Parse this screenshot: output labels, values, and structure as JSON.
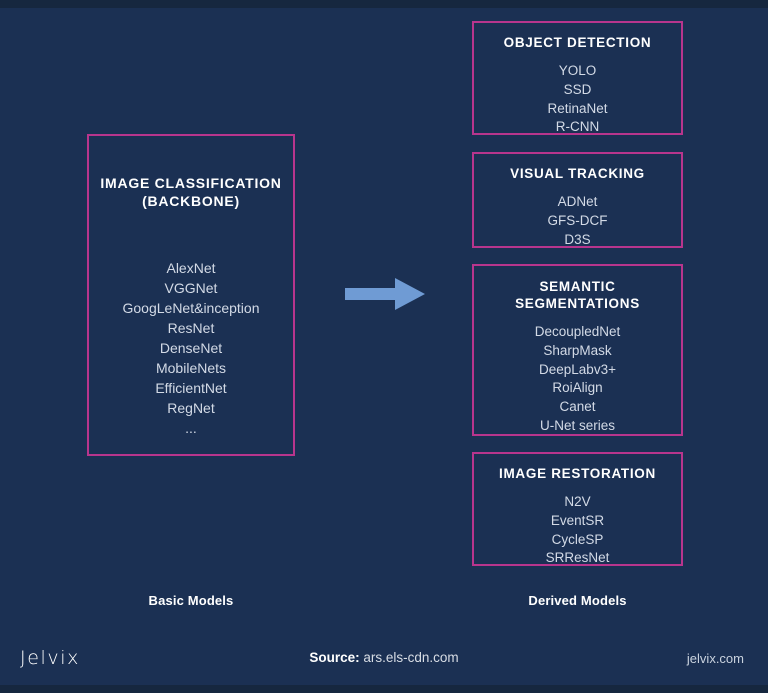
{
  "theme": {
    "background": "#1b3053",
    "card_border": "#b8358d",
    "arrow": "#6f9bd4",
    "title_text": "#ffffff",
    "item_text": "#d3dae6"
  },
  "backbone": {
    "title_line1": "IMAGE CLASSIFICATION",
    "title_line2": "(BACKBONE)",
    "items": [
      "AlexNet",
      "VGGNet",
      "GoogLeNet&inception",
      "ResNet",
      "DenseNet",
      "MobileNets",
      "EfficientNet",
      "RegNet",
      "..."
    ]
  },
  "derived_cards": [
    {
      "id": "object-detection",
      "title": "OBJECT DETECTION",
      "items": [
        "YOLO",
        "SSD",
        "RetinaNet",
        "R-CNN"
      ]
    },
    {
      "id": "visual-tracking",
      "title": "VISUAL TRACKING",
      "items": [
        "ADNet",
        "GFS-DCF",
        "D3S"
      ]
    },
    {
      "id": "semantic-segmentation",
      "title_line1": "SEMANTIC",
      "title_line2": "SEGMENTATIONS",
      "items": [
        "DecoupledNet",
        "SharpMask",
        "DeepLabv3+",
        "RoiAlign",
        "Canet",
        "U-Net series"
      ]
    },
    {
      "id": "image-restoration",
      "title": "IMAGE RESTORATION",
      "items": [
        "N2V",
        "EventSR",
        "CycleSP",
        "SRResNet"
      ]
    }
  ],
  "captions": {
    "left": "Basic Models",
    "right": "Derived Models"
  },
  "footer": {
    "logo": "Jelvix",
    "source_label": "Source:",
    "source_value": "ars.els-cdn.com",
    "site": "jelvix.com"
  },
  "icons": {
    "arrow": "right-arrow-icon"
  }
}
